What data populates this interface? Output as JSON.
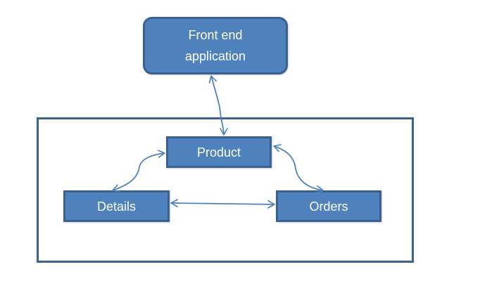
{
  "nodes": {
    "frontend": {
      "label": "Front end application"
    },
    "product": {
      "label": "Product"
    },
    "details": {
      "label": "Details"
    },
    "orders": {
      "label": "Orders"
    }
  },
  "colors": {
    "node_fill": "#4f81bd",
    "node_border": "#3a6190",
    "connector": "#4f81bd",
    "frame_border": "#3a6190",
    "background": "#ffffff"
  }
}
